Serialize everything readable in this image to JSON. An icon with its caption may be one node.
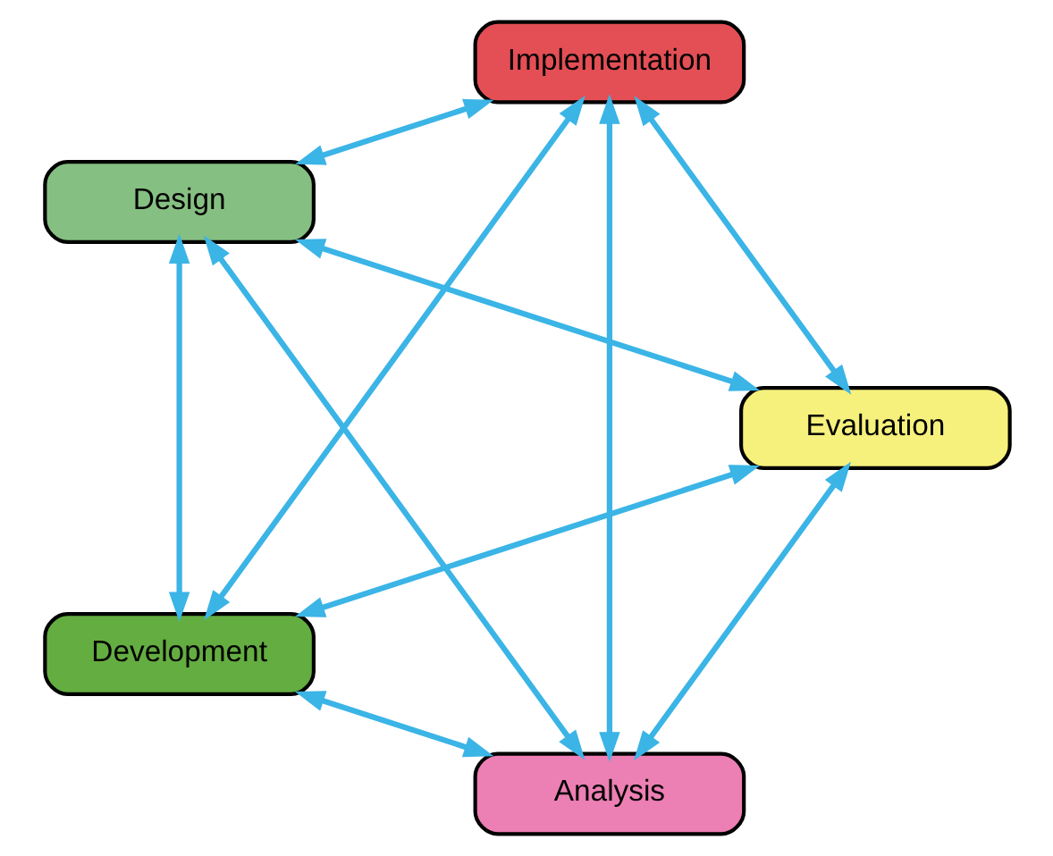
{
  "diagram": {
    "nodes": [
      {
        "text": [
          "Analysis"
        ]
      },
      {
        "text": [
          "Evaluation"
        ]
      },
      {
        "text": [
          "Design"
        ]
      },
      {
        "text": [
          "Implementation"
        ]
      },
      {
        "text": [
          "Development"
        ]
      }
    ],
    "edges": [
      {
        "from": 0,
        "to": 2,
        "arrow": "both"
      },
      {
        "from": 2,
        "to": 4,
        "arrow": "both"
      },
      {
        "from": 4,
        "to": 3,
        "arrow": "both"
      },
      {
        "from": 3,
        "to": 1,
        "arrow": "both"
      },
      {
        "from": 1,
        "to": 0,
        "arrow": "both"
      },
      {
        "from": 1,
        "to": 2,
        "arrow": "both"
      },
      {
        "from": 0,
        "to": 3,
        "arrow": "both"
      },
      {
        "from": 0,
        "to": 4,
        "arrow": "both"
      },
      {
        "from": 1,
        "to": 4,
        "arrow": "both"
      },
      {
        "from": 2,
        "to": 3,
        "arrow": "both"
      }
    ]
  }
}
